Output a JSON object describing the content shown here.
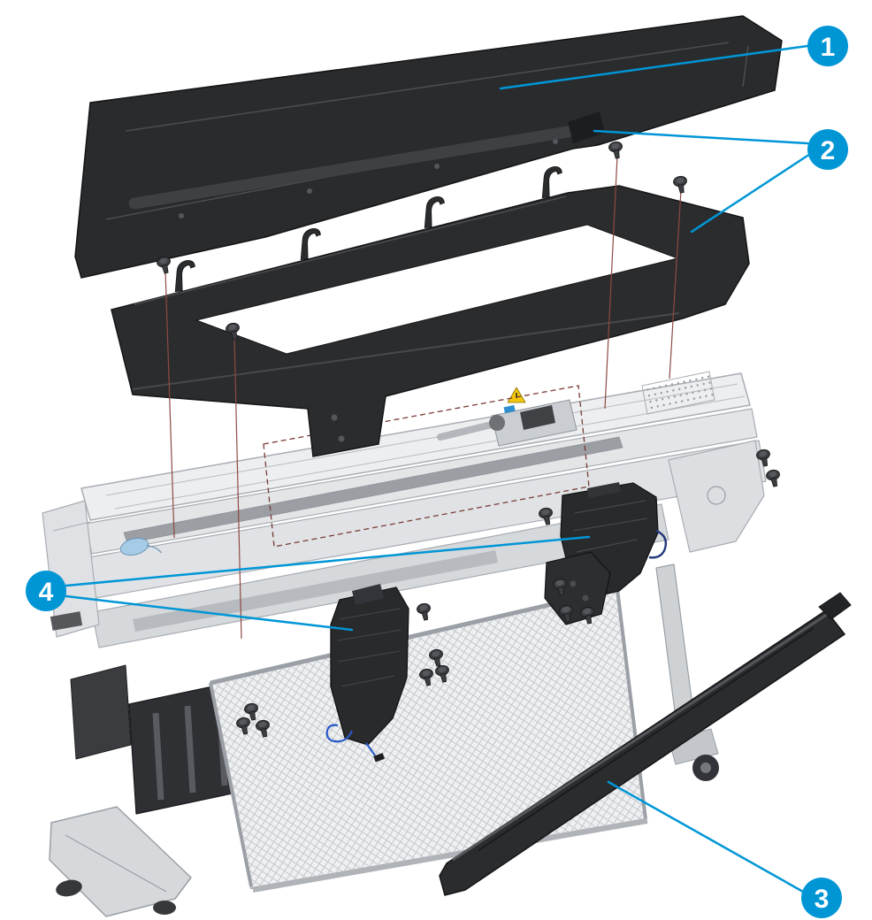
{
  "figure": {
    "kind": "exploded-parts-diagram",
    "subject": "Large-format printer top-cover area exploded view",
    "background": "#ffffff",
    "accent_color": "#0096d6",
    "line_art_color": "#a9adb3",
    "part_dark_color": "#2b2c2e",
    "callouts": [
      {
        "label": "1",
        "part": "top-cover-panel"
      },
      {
        "label": "2",
        "part": "screws-and-top-trim-frame"
      },
      {
        "label": "3",
        "part": "front-trim-rail"
      },
      {
        "label": "4",
        "part": "bracket-assemblies"
      }
    ]
  }
}
